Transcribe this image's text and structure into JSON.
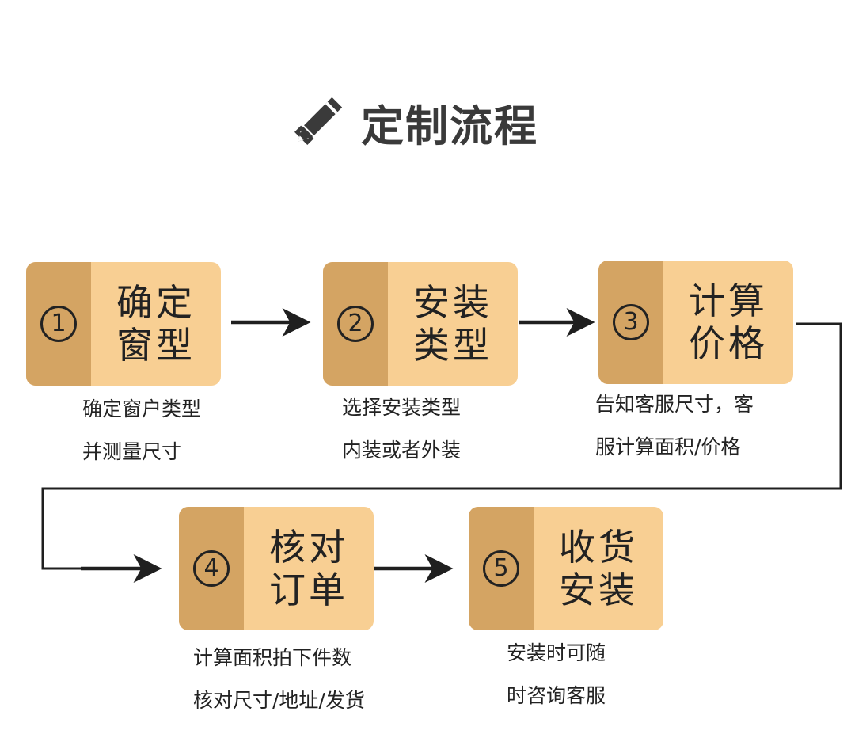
{
  "title": {
    "text": "定制流程",
    "icon": "pencil-ruler-icon"
  },
  "steps": [
    {
      "number": "1",
      "title_line1": "确定",
      "title_line2": "窗型",
      "desc_line1": "确定窗户类型",
      "desc_line2": "并测量尺寸"
    },
    {
      "number": "2",
      "title_line1": "安装",
      "title_line2": "类型",
      "desc_line1": "选择安装类型",
      "desc_line2": "内装或者外装"
    },
    {
      "number": "3",
      "title_line1": "计算",
      "title_line2": "价格",
      "desc_line1": "告知客服尺寸，客",
      "desc_line2": "服计算面积/价格"
    },
    {
      "number": "4",
      "title_line1": "核对",
      "title_line2": "订单",
      "desc_line1": "计算面积拍下件数",
      "desc_line2": "核对尺寸/地址/发货"
    },
    {
      "number": "5",
      "title_line1": "收货",
      "title_line2": "安装",
      "desc_line1": "安装时可随",
      "desc_line2": "时咨询客服"
    }
  ],
  "colors": {
    "card_light": "#f8cf93",
    "card_dark": "#d4a463",
    "arrow": "#1f1f1f",
    "title": "#3a3a3a"
  }
}
